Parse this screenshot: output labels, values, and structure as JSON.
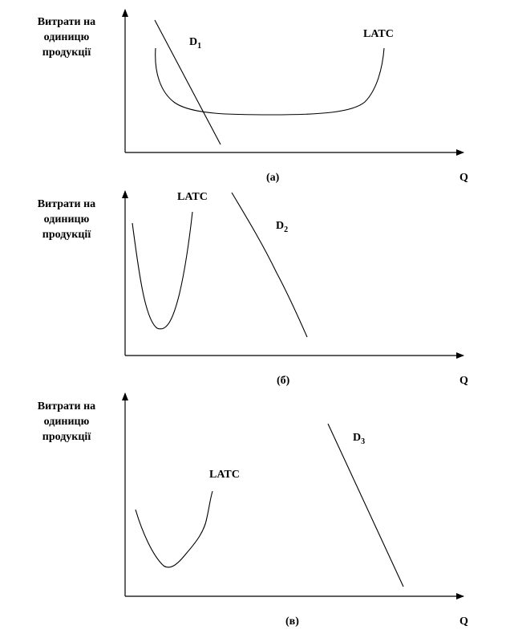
{
  "panels": [
    {
      "y_label": [
        "Витрати на",
        "одиницю",
        "продукції"
      ],
      "x_label": "Q",
      "caption": "(а)",
      "demand": {
        "base": "D",
        "sub": "1"
      },
      "cost_curve": "LATC"
    },
    {
      "y_label": [
        "Витрати на",
        "одиницю",
        "продукції"
      ],
      "x_label": "Q",
      "caption": "(б)",
      "demand": {
        "base": "D",
        "sub": "2"
      },
      "cost_curve": "LATC"
    },
    {
      "y_label": [
        "Витрати на",
        "одиницю",
        "продукції"
      ],
      "x_label": "Q",
      "caption": "(в)",
      "demand": {
        "base": "D",
        "sub": "3"
      },
      "cost_curve": "LATC"
    }
  ]
}
